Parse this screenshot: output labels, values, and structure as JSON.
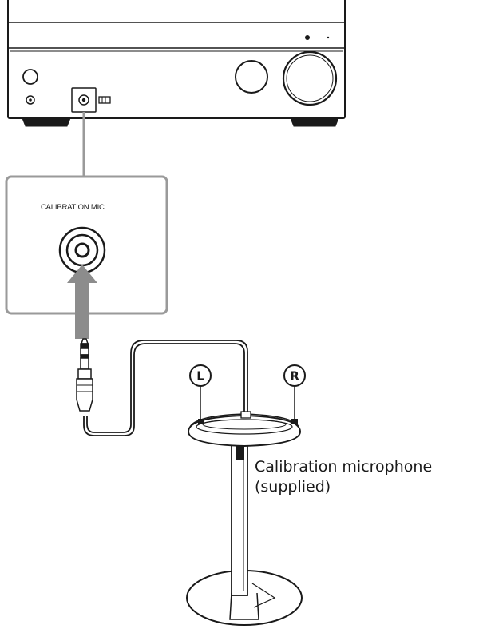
{
  "panel": {
    "label": "CALIBRATION MIC"
  },
  "microphone": {
    "left_marker": "L",
    "right_marker": "R",
    "caption_line1": "Calibration microphone",
    "caption_line2": "(supplied)"
  },
  "colors": {
    "line": "#1a1a1a",
    "panel_border": "#9a9a9a",
    "arrow": "#8c8c8c",
    "callout_line": "#9a9a9a"
  }
}
